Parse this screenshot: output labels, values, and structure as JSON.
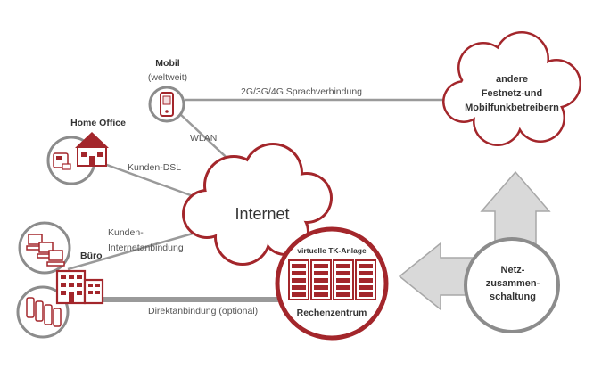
{
  "nodes": {
    "mobil": {
      "title": "Mobil",
      "subtitle": "(weltweit)"
    },
    "home_office": {
      "title": "Home Office"
    },
    "buero": {
      "title": "Büro"
    },
    "internet": {
      "title": "Internet"
    },
    "rechenzentrum": {
      "top_label": "virtuelle TK-Anlage",
      "bottom_label": "Rechenzentrum"
    },
    "andere": {
      "line1": "andere",
      "line2": "Festnetz-und",
      "line3": "Mobilfunkbetreibern"
    },
    "netz": {
      "line1": "Netz-",
      "line2": "zusammen-",
      "line3": "schaltung"
    }
  },
  "connections": {
    "sprachverbindung": "2G/3G/4G Sprachverbindung",
    "wlan": "WLAN",
    "kunden_dsl": "Kunden-DSL",
    "kunden_internet_1": "Kunden-",
    "kunden_internet_2": "Internetanbindung",
    "direktanbindung": "Direktanbindung (optional)"
  },
  "colors": {
    "accent": "#a3262b",
    "line": "#9a9a9a",
    "circle_stroke": "#8c8c8c",
    "arrow_fill": "#d9d9d9"
  }
}
